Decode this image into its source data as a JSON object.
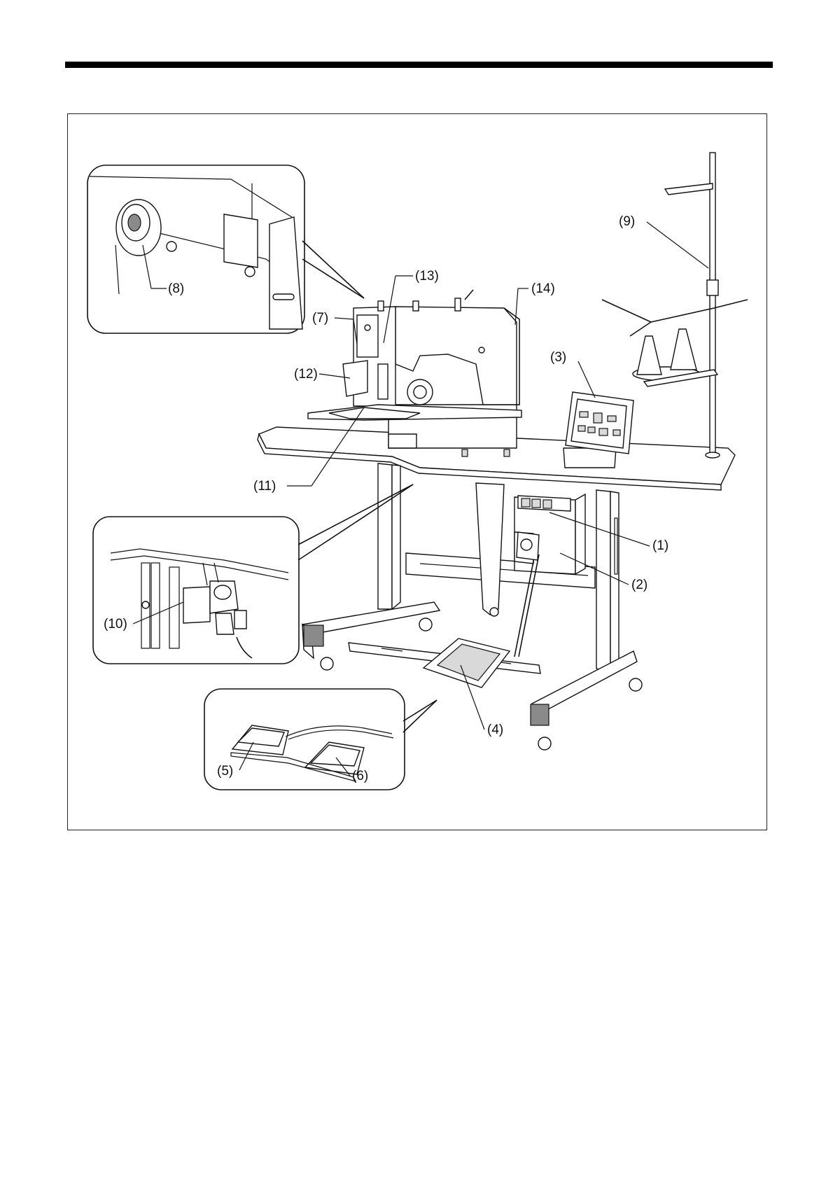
{
  "labels": [
    {
      "id": "1",
      "text": "(1)",
      "name": "label-1-power-switch"
    },
    {
      "id": "2",
      "text": "(2)",
      "name": "label-2-control-box"
    },
    {
      "id": "3",
      "text": "(3)",
      "name": "label-3-operation-panel"
    },
    {
      "id": "4",
      "text": "(4)",
      "name": "label-4-foot-pedal"
    },
    {
      "id": "5",
      "text": "(5)",
      "name": "label-5-left-foot-switch"
    },
    {
      "id": "6",
      "text": "(6)",
      "name": "label-6-right-foot-switch"
    },
    {
      "id": "7",
      "text": "(7)",
      "name": "label-7-head-switch"
    },
    {
      "id": "8",
      "text": "(8)",
      "name": "label-8-pulley"
    },
    {
      "id": "9",
      "text": "(9)",
      "name": "label-9-thread-stand"
    },
    {
      "id": "10",
      "text": "(10)",
      "name": "label-10-air-regulator"
    },
    {
      "id": "11",
      "text": "(11)",
      "name": "label-11-work-clamp"
    },
    {
      "id": "12",
      "text": "(12)",
      "name": "label-12-eye-guard"
    },
    {
      "id": "13",
      "text": "(13)",
      "name": "label-13-thread-take-up"
    },
    {
      "id": "14",
      "text": "(14)",
      "name": "label-14-machine-head"
    }
  ]
}
